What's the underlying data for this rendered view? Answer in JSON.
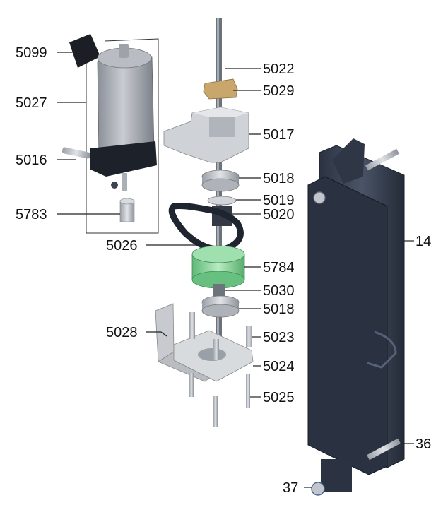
{
  "diagram": {
    "callouts": [
      {
        "id": "motor-bracket",
        "label": "5099"
      },
      {
        "id": "motor",
        "label": "5027"
      },
      {
        "id": "motor-screw",
        "label": "5016"
      },
      {
        "id": "motor-pulley",
        "label": "5783"
      },
      {
        "id": "lead-screw",
        "label": "5022"
      },
      {
        "id": "brass-nut",
        "label": "5029"
      },
      {
        "id": "bearing-housing",
        "label": "5017"
      },
      {
        "id": "bearing-top",
        "label": "5018"
      },
      {
        "id": "washer",
        "label": "5019"
      },
      {
        "id": "spacer",
        "label": "5020"
      },
      {
        "id": "timing-belt",
        "label": "5026"
      },
      {
        "id": "gear-pulley",
        "label": "5784"
      },
      {
        "id": "lower-spacer",
        "label": "5030"
      },
      {
        "id": "bearing-bottom",
        "label": "5018"
      },
      {
        "id": "motor-plate",
        "label": "5028"
      },
      {
        "id": "standoff",
        "label": "5023"
      },
      {
        "id": "base-plate",
        "label": "5024"
      },
      {
        "id": "base-screw",
        "label": "5025"
      },
      {
        "id": "column-cover",
        "label": "14"
      },
      {
        "id": "cover-bolt",
        "label": "36"
      },
      {
        "id": "cover-nut",
        "label": "37"
      }
    ]
  }
}
